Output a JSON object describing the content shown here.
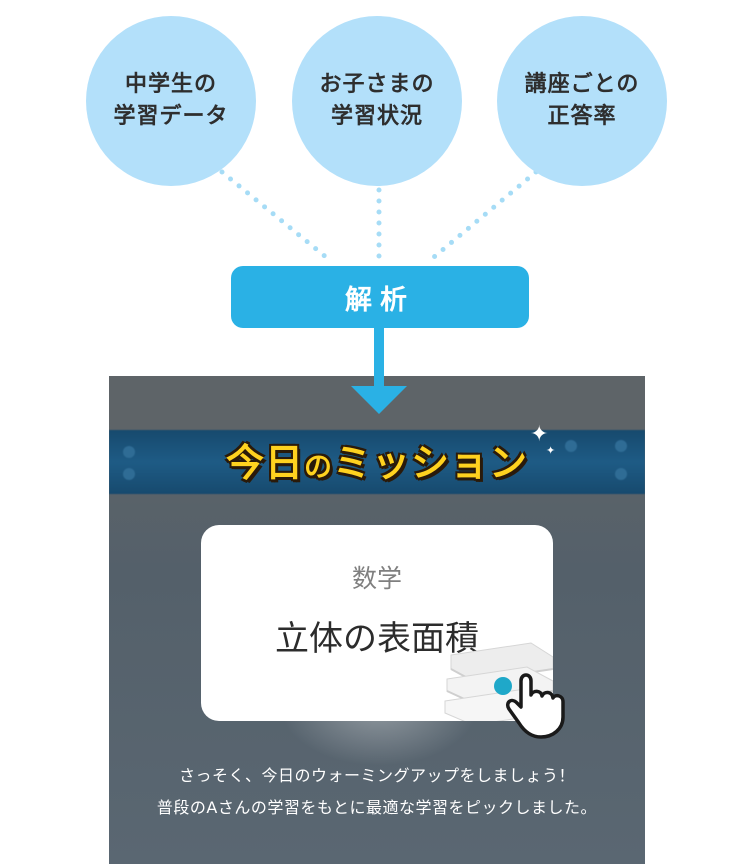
{
  "sources": [
    {
      "line1": "中学生の",
      "line2": "学習データ"
    },
    {
      "line1": "お子さまの",
      "line2": "学習状況"
    },
    {
      "line1": "講座ごとの",
      "line2": "正答率"
    }
  ],
  "analysis_label": "解析",
  "mission": {
    "title_prefix": "今日",
    "title_particle": "の",
    "title_suffix": "ミッション",
    "subject": "数学",
    "topic": "立体の表面積",
    "description_line1": "さっそく、今日のウォーミングアップをしましょう！",
    "description_line2": "普段のAさんの学習をもとに最適な学習をピックしました。"
  },
  "colors": {
    "bubble": "#b3e0fa",
    "accent_blue": "#2ab1e5",
    "title_yellow": "#ffd21f",
    "tap_dot": "#1fa8c9"
  },
  "icons": [
    "sparkle-icon",
    "book-stack-icon",
    "pointing-hand-icon"
  ]
}
